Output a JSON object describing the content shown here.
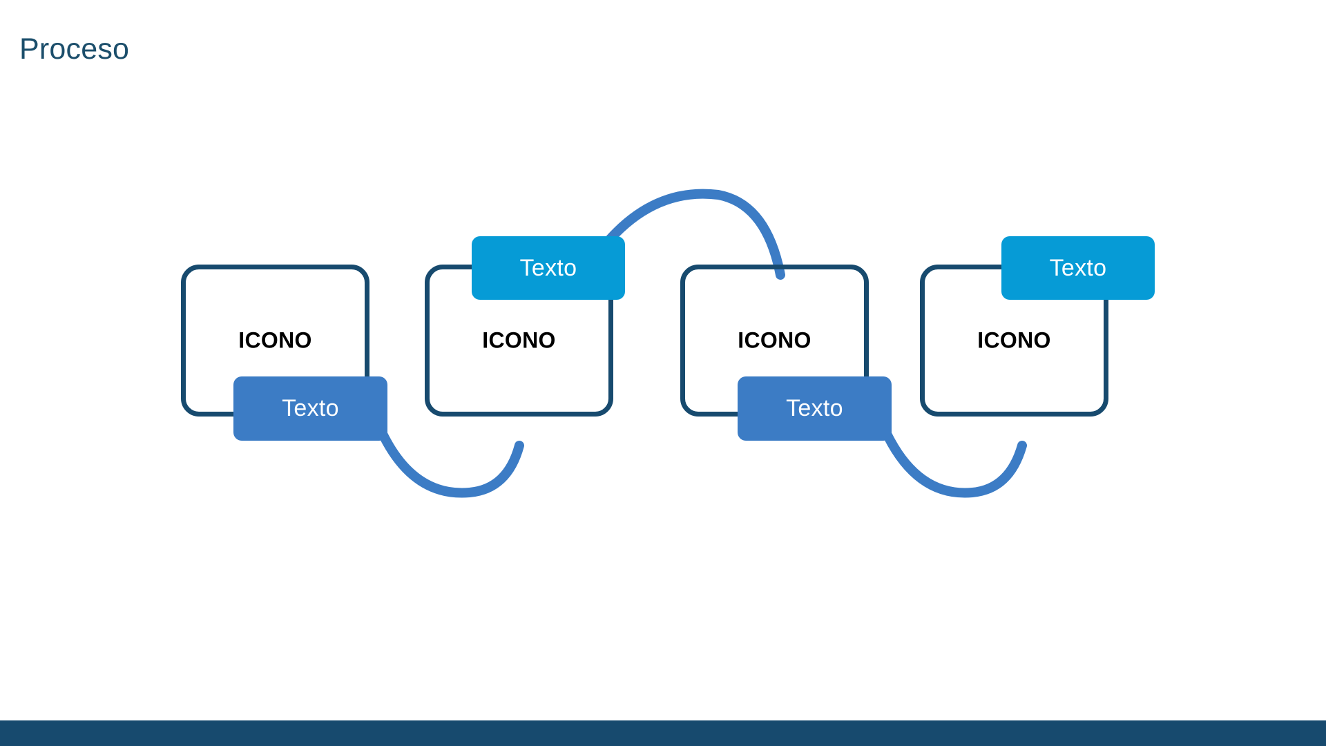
{
  "slide": {
    "title": "Proceso",
    "background_color": "#ffffff",
    "title_color": "#1B4E6B",
    "footer_color": "#174A6E"
  },
  "palette": {
    "card_border": "#174A6E",
    "chip_light_blue": "#069BD6",
    "chip_mid_blue": "#3C7CC5",
    "connector_blue": "#3C7CC5",
    "icon_text": "#000000"
  },
  "process": {
    "steps": [
      {
        "id": "step-1",
        "card_label": "ICONO",
        "chip_label": "Texto",
        "chip_variant": "mid",
        "chip_position": "bottom"
      },
      {
        "id": "step-2",
        "card_label": "ICONO",
        "chip_label": "Texto",
        "chip_variant": "light",
        "chip_position": "top"
      },
      {
        "id": "step-3",
        "card_label": "ICONO",
        "chip_label": "Texto",
        "chip_variant": "mid",
        "chip_position": "bottom"
      },
      {
        "id": "step-4",
        "card_label": "ICONO",
        "chip_label": "Texto",
        "chip_variant": "light",
        "chip_position": "top"
      }
    ],
    "connectors": [
      {
        "id": "connector-1",
        "from": "step-1",
        "to": "step-2",
        "direction": "below"
      },
      {
        "id": "connector-2",
        "from": "step-2",
        "to": "step-3",
        "direction": "above"
      },
      {
        "id": "connector-3",
        "from": "step-3",
        "to": "step-4",
        "direction": "below"
      }
    ]
  }
}
